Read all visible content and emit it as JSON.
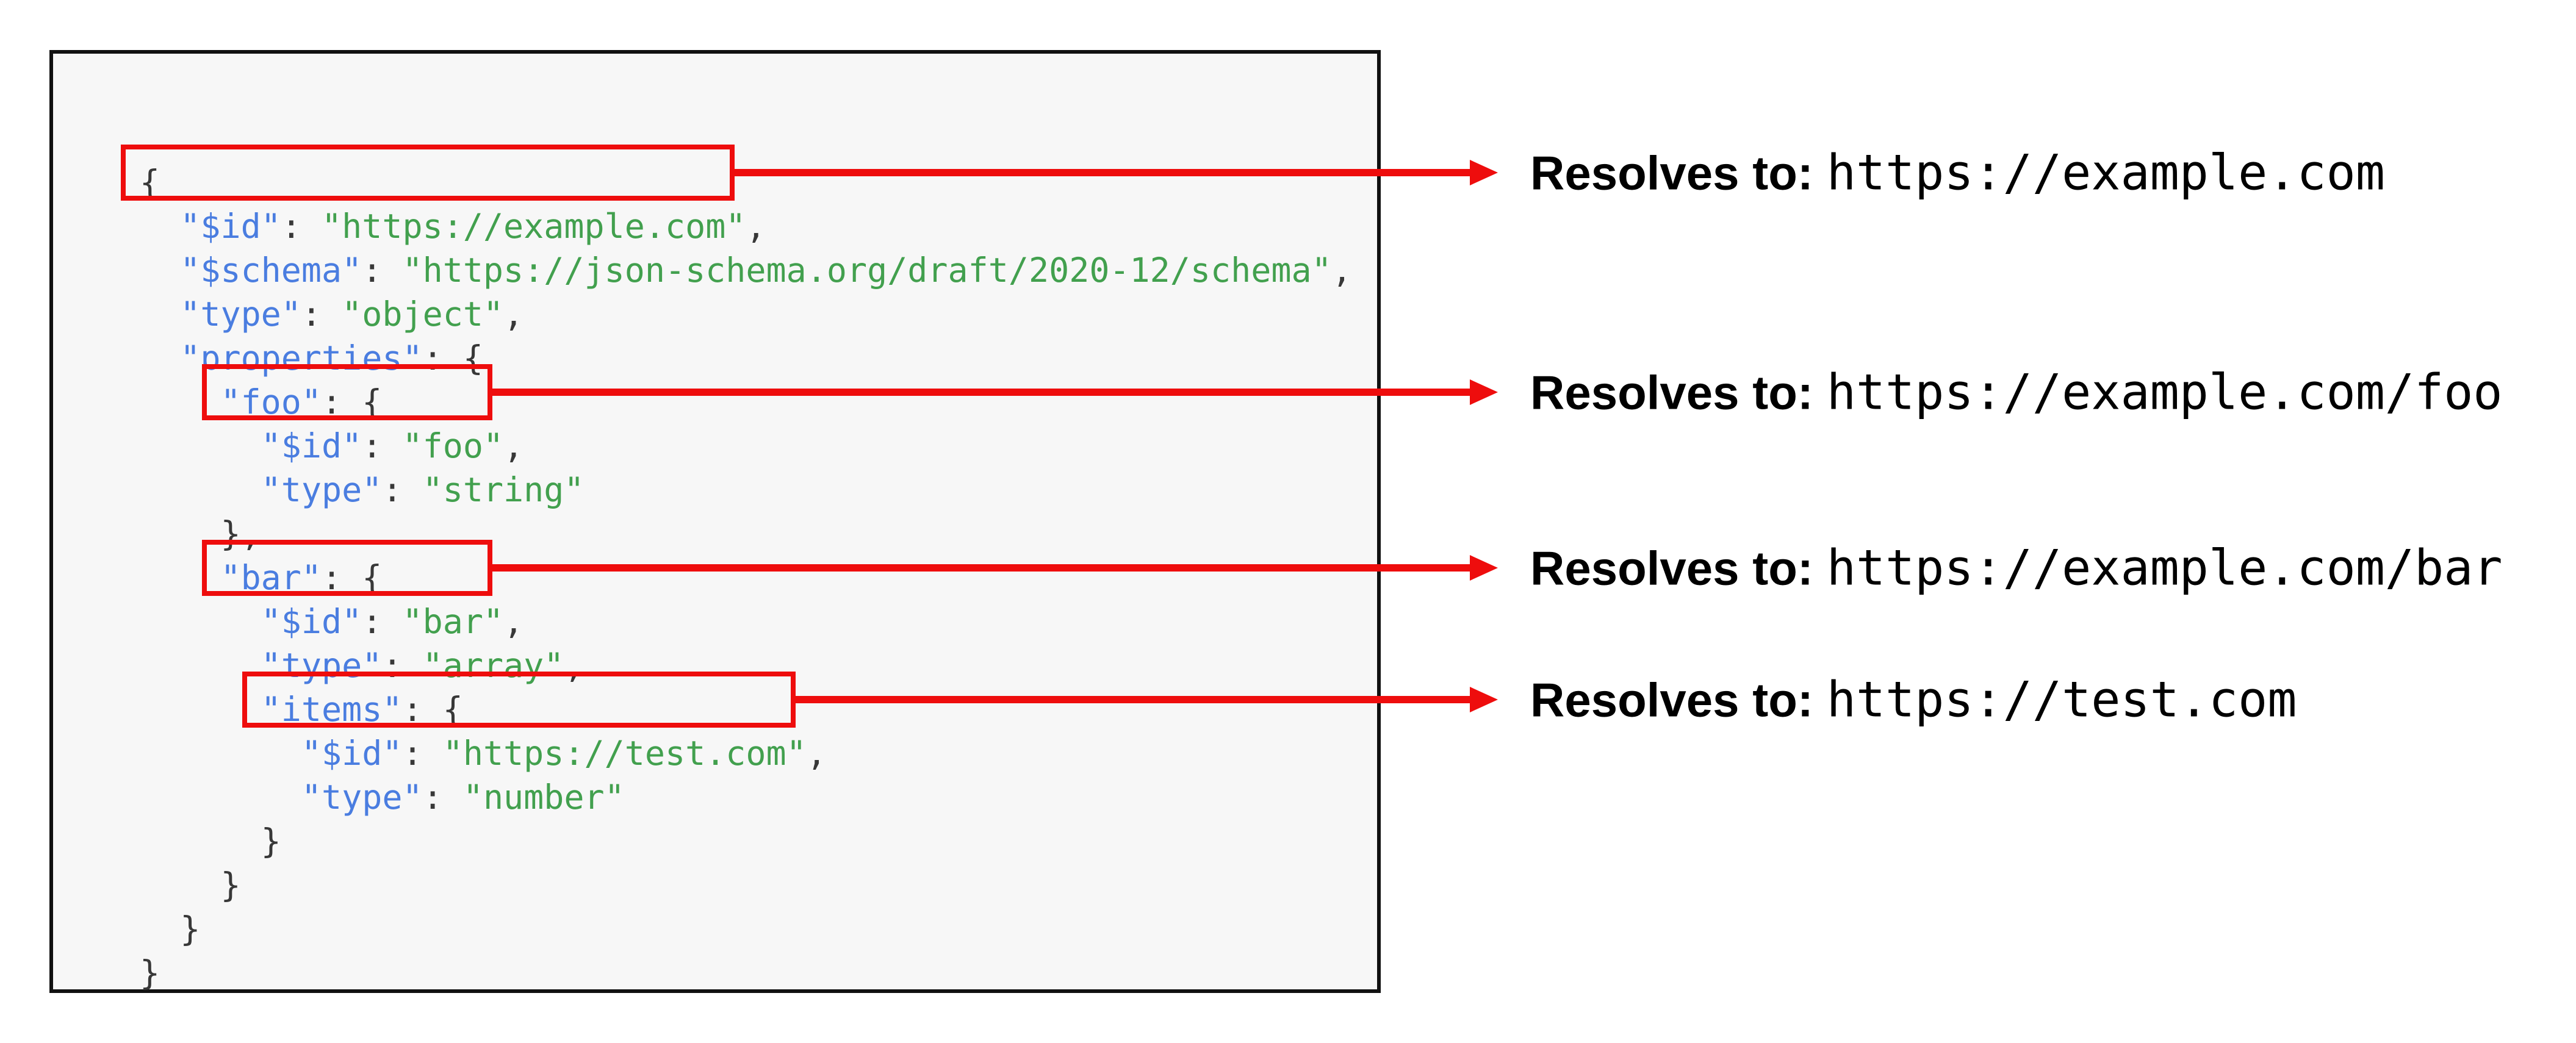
{
  "code_panel": {
    "language": "json",
    "lines": [
      "{",
      "  \"$id\": \"https://example.com\",",
      "  \"$schema\": \"https://json-schema.org/draft/2020-12/schema\",",
      "  \"type\": \"object\",",
      "  \"properties\": {",
      "    \"foo\": {",
      "      \"$id\": \"foo\",",
      "      \"type\": \"string\"",
      "    },",
      "    \"bar\": {",
      "      \"$id\": \"bar\",",
      "      \"type\": \"array\",",
      "      \"items\": {",
      "        \"$id\": \"https://test.com\",",
      "        \"type\": \"number\"",
      "      }",
      "    }",
      "  }",
      "}"
    ]
  },
  "annotations": [
    {
      "label": "Resolves to:",
      "resolved_uri": "https://example.com",
      "line": 1,
      "col_start": 2,
      "col_end": 31
    },
    {
      "label": "Resolves to:",
      "resolved_uri": "https://example.com/foo",
      "line": 6,
      "col_start": 6,
      "col_end": 19
    },
    {
      "label": "Resolves to:",
      "resolved_uri": "https://example.com/bar",
      "line": 10,
      "col_start": 6,
      "col_end": 19
    },
    {
      "label": "Resolves to:",
      "resolved_uri": "https://test.com",
      "line": 13,
      "col_start": 8,
      "col_end": 34
    }
  ],
  "colors": {
    "key": "#4a7de0",
    "string": "#42a04e",
    "punctuation": "#383838",
    "highlight_red": "#ee0d0d",
    "code_background": "#f7f7f7",
    "code_border": "#111111",
    "annotation_text": "#000000",
    "page_background": "#ffffff"
  }
}
